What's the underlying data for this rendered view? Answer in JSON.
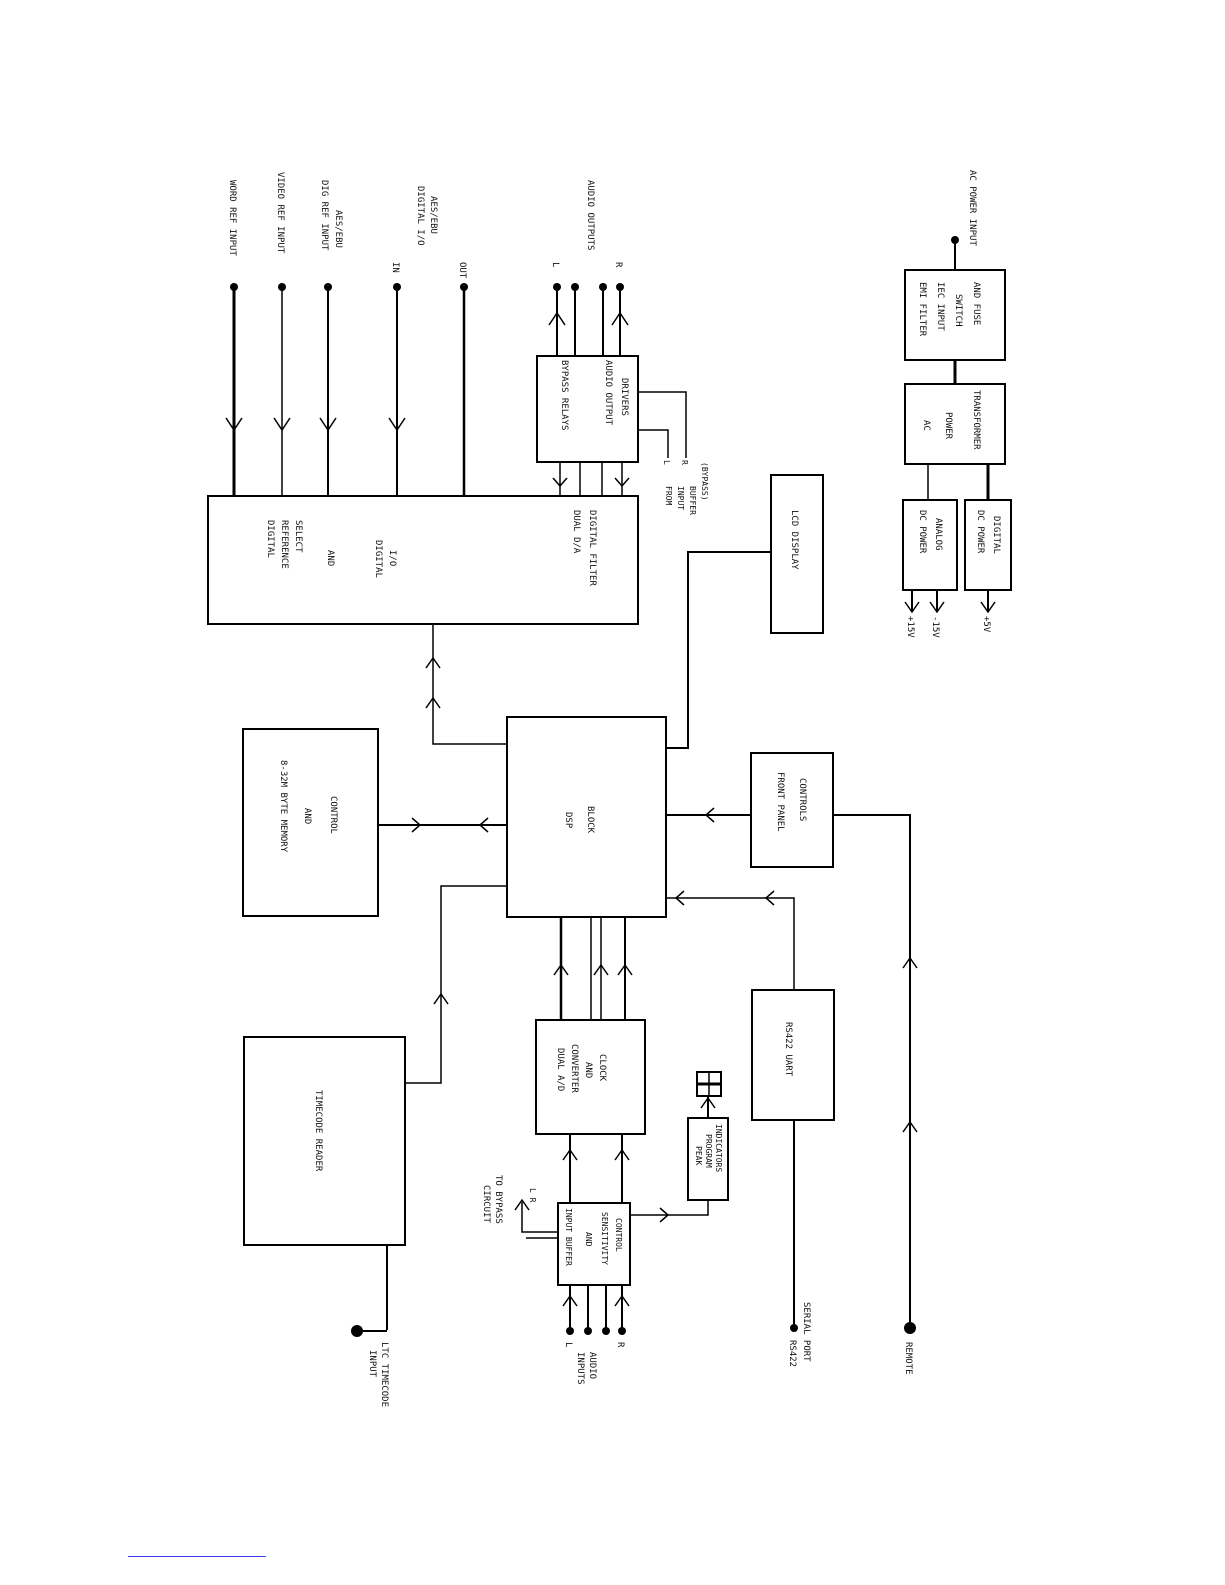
{
  "blocks": {
    "digital_ref": {
      "lines": [
        "DIGITAL",
        "REFERENCE",
        "SELECT",
        "AND",
        "DIGITAL",
        "I/O"
      ],
      "line2": [
        "DUAL D/A",
        "DIGITAL FILTER"
      ]
    },
    "bypass": {
      "lines": [
        "BYPASS RELAYS",
        "AUDIO OUTPUT",
        "DRIVERS"
      ]
    },
    "lcd": {
      "lines": [
        "LCD DISPLAY"
      ]
    },
    "memory": {
      "lines": [
        "8-32M BYTE MEMORY",
        "AND",
        "CONTROL"
      ]
    },
    "dsp": {
      "lines": [
        "DSP",
        "BLOCK"
      ]
    },
    "front_panel": {
      "lines": [
        "FRONT PANEL",
        "CONTROLS"
      ]
    },
    "timecode": {
      "lines": [
        "TIMECODE READER"
      ]
    },
    "adc": {
      "lines": [
        "DUAL A/D",
        "CONVERTER",
        "AND",
        "CLOCK"
      ]
    },
    "peak": {
      "lines": [
        "PEAK",
        "PROGRAM",
        "INDICATORS"
      ]
    },
    "input_buffer": {
      "lines": [
        "INPUT BUFFER",
        "AND",
        "SENSITIVITY",
        "CONTROL"
      ]
    },
    "uart": {
      "lines": [
        "RS422 UART"
      ]
    },
    "emi": {
      "lines": [
        "EMI FILTER",
        "IEC INPUT",
        "SWITCH",
        "AND FUSE"
      ]
    },
    "ac_power": {
      "lines": [
        "AC",
        "POWER",
        "TRANSFORMER"
      ]
    },
    "dc_analog": {
      "lines": [
        "DC POWER",
        "ANALOG"
      ]
    },
    "dc_digital": {
      "lines": [
        "DC POWER",
        "DIGITAL"
      ]
    }
  },
  "labels": {
    "word_ref": "WORD REF INPUT",
    "video_ref": "VIDEO REF INPUT",
    "aes_ref_1": "AES/EBU",
    "aes_ref_2": "DIG REF INPUT",
    "aes_io_1": "AES/EBU",
    "aes_io_2": "DIGITAL I/O",
    "in": "IN",
    "out": "OUT",
    "audio_outputs": "AUDIO OUTPUTS",
    "out_l": "L",
    "out_r": "R",
    "from_input": [
      "FROM",
      "INPUT",
      "BUFFER",
      "(BYPASS)"
    ],
    "from_l": "L",
    "from_r": "R",
    "ac_input": "AC POWER INPUT",
    "plus15": "+15V",
    "minus15": "-15V",
    "plus5": "+5V",
    "ltc_1": "LTC TIMECODE",
    "ltc_2": "INPUT",
    "audio_inputs_1": "AUDIO",
    "audio_inputs_2": "INPUTS",
    "in_l": "L",
    "in_r": "R",
    "to_bypass_1": "TO BYPASS",
    "to_bypass_2": "CIRCUIT",
    "to_bypass_lr": "L R",
    "serial_1": "SERIAL PORT",
    "serial_2": "RS422",
    "remote": "REMOTE"
  }
}
